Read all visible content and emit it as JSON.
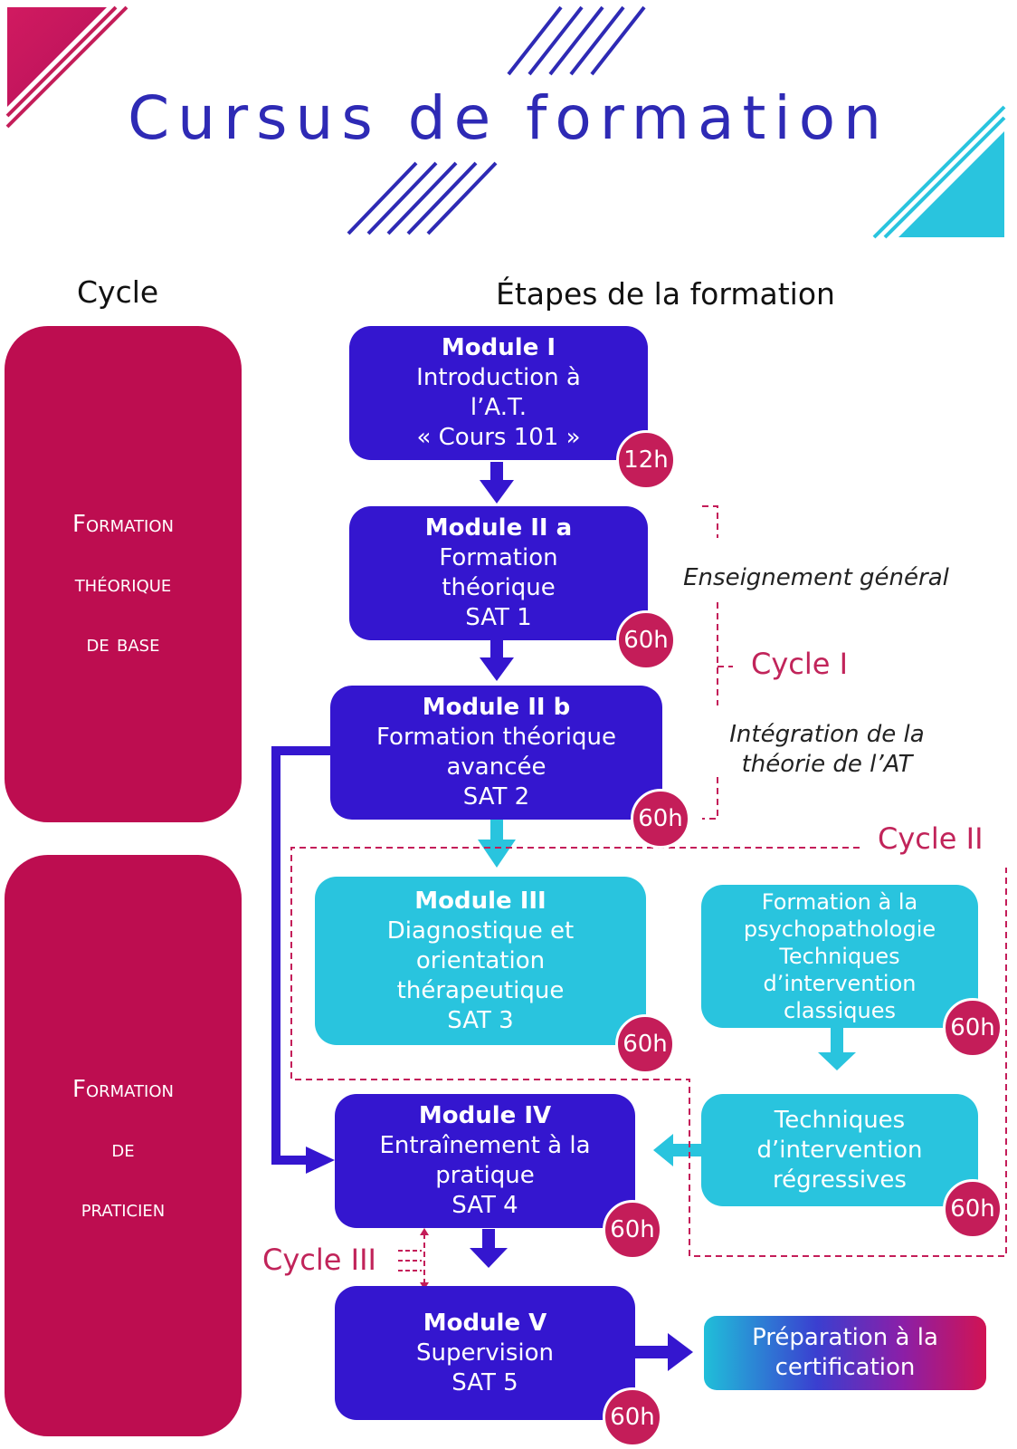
{
  "title": "Cursus de formation",
  "headers": {
    "cycle": "Cycle",
    "etapes": "Étapes de la formation"
  },
  "cycles": {
    "base": [
      "Formation",
      "théorique",
      "de base"
    ],
    "praticien": [
      "Formation",
      "de",
      "praticien"
    ]
  },
  "modules": {
    "m1": {
      "title": "Module I",
      "lines": [
        "Introduction à",
        "l’A.T.",
        "« Cours 101 »"
      ],
      "hours": "12h"
    },
    "m2a": {
      "title": "Module II a",
      "lines": [
        "Formation",
        "théorique",
        "SAT 1"
      ],
      "hours": "60h"
    },
    "m2b": {
      "title": "Module II b",
      "lines": [
        "Formation théorique",
        "avancée",
        "SAT 2"
      ],
      "hours": "60h"
    },
    "m3": {
      "title": "Module III",
      "lines": [
        "Diagnostique et",
        "orientation",
        "thérapeutique",
        "SAT 3"
      ],
      "hours": "60h"
    },
    "psy": {
      "lines": [
        "Formation à la",
        "psychopathologie",
        "Techniques",
        "d’intervention",
        "classiques"
      ],
      "hours": "60h"
    },
    "m4": {
      "title": "Module IV",
      "lines": [
        "Entraînement à la",
        "pratique",
        "SAT 4"
      ],
      "hours": "60h"
    },
    "reg": {
      "lines": [
        "Techniques",
        "d’intervention",
        "régressives"
      ],
      "hours": "60h"
    },
    "m5": {
      "title": "Module V",
      "lines": [
        "Supervision",
        "SAT 5"
      ],
      "hours": "60h"
    }
  },
  "annotations": {
    "enseignement": "Enseignement général",
    "integration": [
      "Intégration de la",
      "théorie de l’AT"
    ],
    "cycle1": "Cycle I",
    "cycle2": "Cycle II",
    "cycle3": "Cycle III"
  },
  "certification": [
    "Préparation à la",
    "certification"
  ],
  "colors": {
    "dark": "#3416cf",
    "light": "#29c4de",
    "accent": "#bd0d50",
    "badge": "#c41d59",
    "title": "#2e2ab5"
  }
}
